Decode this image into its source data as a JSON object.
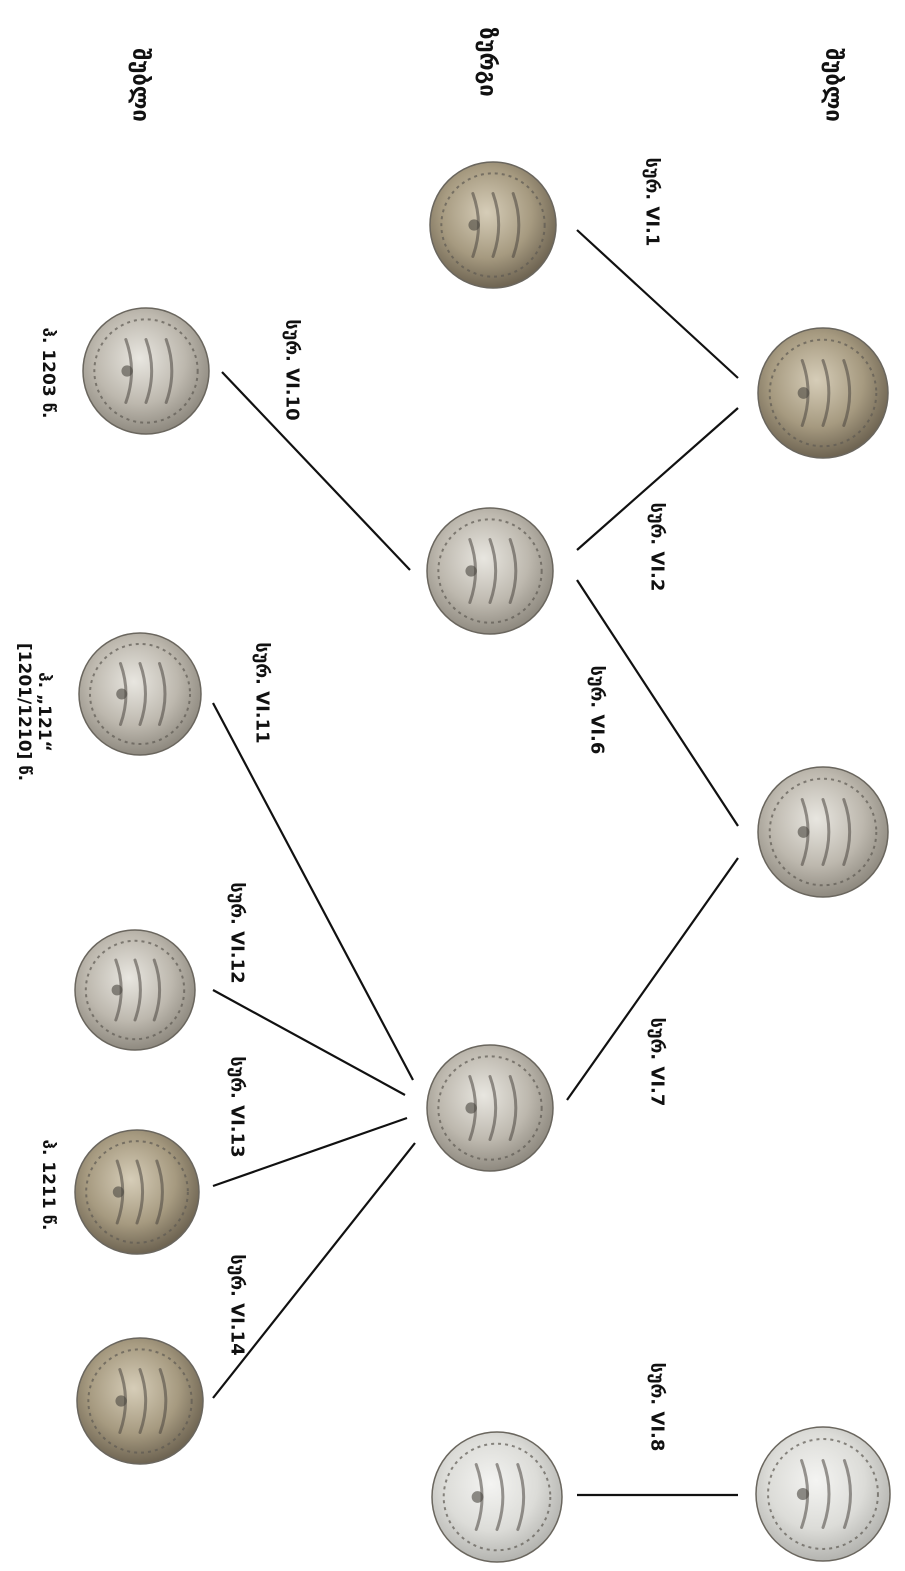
{
  "headers": {
    "obverse_left": "შუბლი",
    "reverse": "ზურგი",
    "obverse_right": "შუბლი"
  },
  "links": [
    {
      "id": "l1",
      "label": "სურ. VI.1"
    },
    {
      "id": "l2",
      "label": "სურ. VI.2"
    },
    {
      "id": "l6",
      "label": "სურ. VI.6"
    },
    {
      "id": "l7",
      "label": "სურ. VI.7"
    },
    {
      "id": "l8",
      "label": "სურ. VI.8"
    },
    {
      "id": "l10",
      "label": "სურ. VI.10"
    },
    {
      "id": "l11",
      "label": "სურ. VI.11"
    },
    {
      "id": "l12",
      "label": "სურ. VI.12"
    },
    {
      "id": "l13",
      "label": "სურ. VI.13"
    },
    {
      "id": "l14",
      "label": "სურ. VI.14"
    }
  ],
  "dates": {
    "coin_1203": "ჰ. 1203 წ.",
    "coin_121_line1": "ჰ. „121“",
    "coin_121_line2": "[1201/1210] წ.",
    "coin_1211": "ჰ. 1211 წ."
  },
  "colors": {
    "coin_silver": "#c8c4bc",
    "coin_toned": "#a89a82",
    "coin_pale": "#dcdcdc",
    "line": "#111111"
  }
}
